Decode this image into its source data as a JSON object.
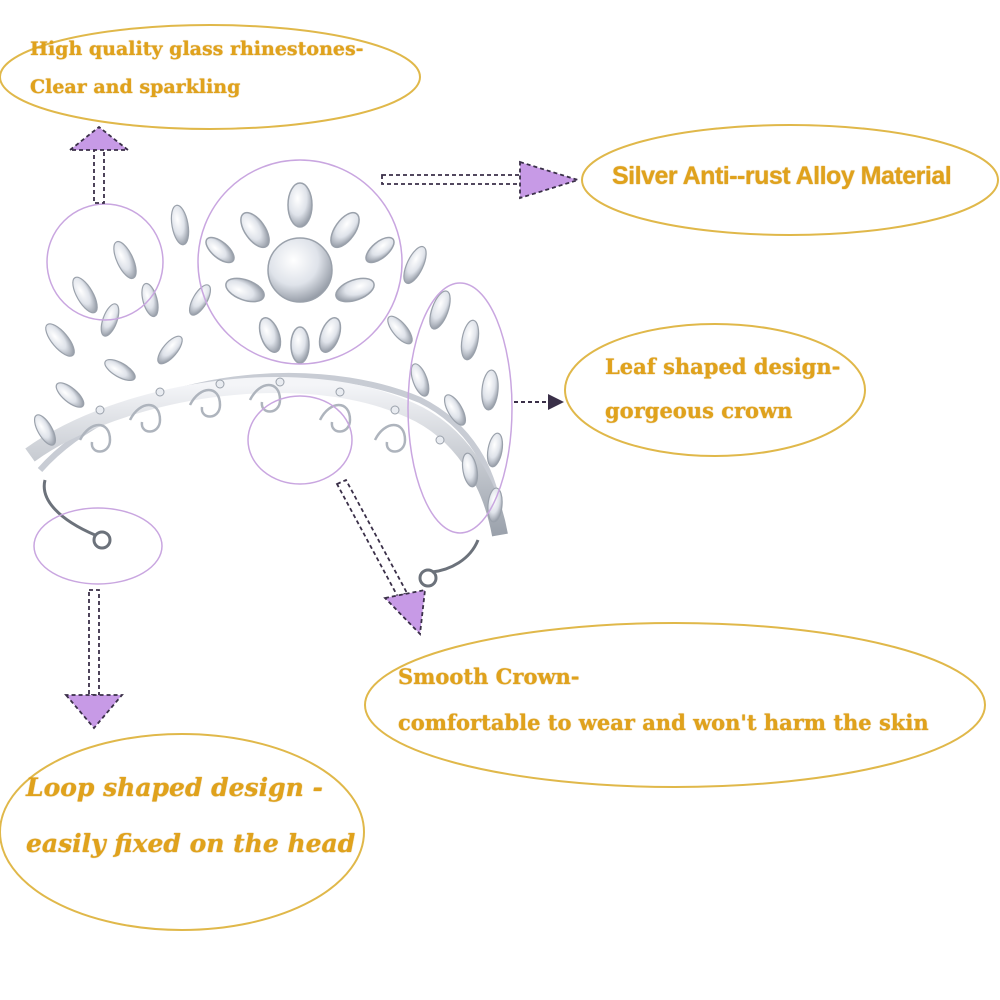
{
  "colors": {
    "callout_text": "#e0a21c",
    "callout_border": "#e0b84a",
    "highlight_circle": "#c9a6e0",
    "arrow_fill": "#c79ae6",
    "arrow_dash": "#3a2f48",
    "crown_silver": "#c8ccd4"
  },
  "callouts": {
    "rhinestones": {
      "line1": "High quality glass rhinestones-",
      "line2": "Clear and sparkling"
    },
    "material": {
      "line1": "Silver Anti--rust Alloy Material"
    },
    "leaf": {
      "line1": "Leaf shaped design-",
      "line2": "gorgeous crown"
    },
    "smooth": {
      "line1": "Smooth Crown-",
      "line2": "comfortable to wear and won't harm the skin"
    },
    "loop": {
      "line1": "Loop shaped design -",
      "line2": "easily fixed on the head"
    }
  },
  "icons": {
    "product": "crown-tiara-image",
    "pointer": "dashed-arrow-icon",
    "highlight": "highlight-circle-icon"
  }
}
